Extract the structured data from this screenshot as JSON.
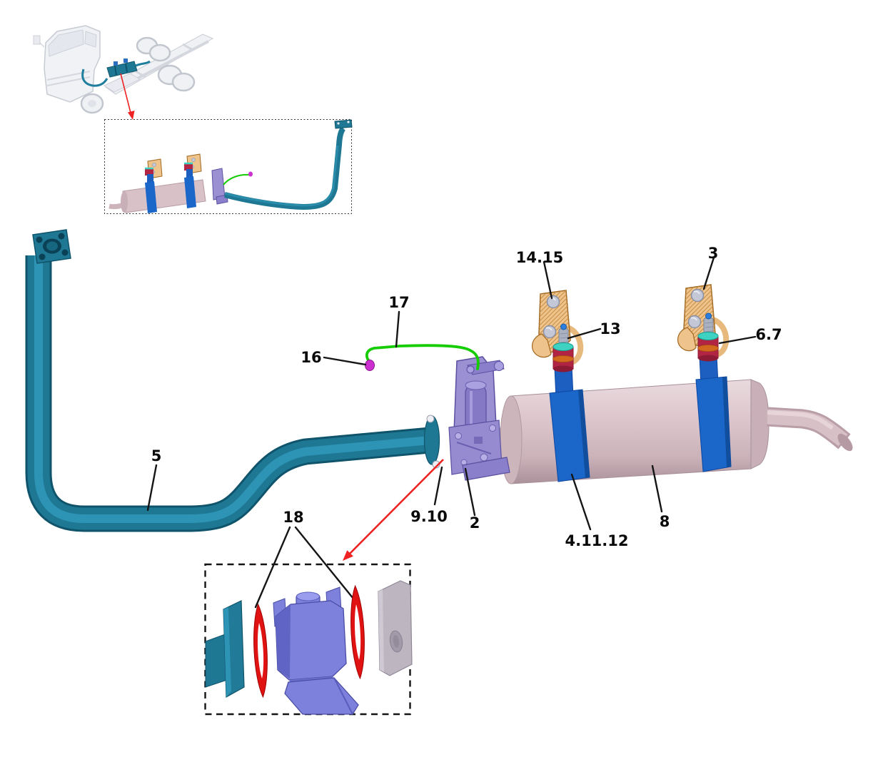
{
  "diagram": {
    "callouts": {
      "hanger_bracket_assembly": "2",
      "rear_support_bracket": "3",
      "strap_and_hanger": "4.11.12",
      "exhaust_pipe": "5",
      "rear_isolator": "6.7",
      "muffler": "8",
      "flange_fasteners": "9.10",
      "front_isolator": "13",
      "front_support_bracket": "14.15",
      "connector": "16",
      "sensor_cable": "17",
      "gaskets": "18"
    },
    "colors": {
      "pipe_teal": "#1e7894",
      "pipe_teal_dark": "#0f546b",
      "muffler_pink": "#d7c0c6",
      "strap_blue": "#1b66c9",
      "bracket_tan": "#eec48c",
      "isolator_red": "#b22443",
      "isolator_ring_teal": "#3ed2c2",
      "hanger_purple": "#9a90d2",
      "joint_purple": "#7d81dc",
      "gasket_red": "#e01212",
      "cable_green": "#16cc02",
      "connector_magenta": "#cb2fd0",
      "arrow_red": "#ee2222",
      "label_color": "#0a0a0a"
    }
  }
}
